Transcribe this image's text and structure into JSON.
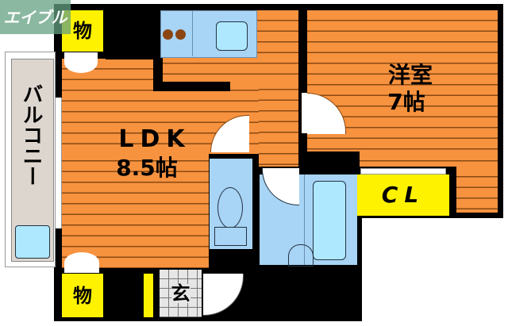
{
  "floorplan": {
    "logo": {
      "text": "エイブル"
    },
    "rooms": {
      "ldk": {
        "name": "LDK",
        "size": "8.5帖"
      },
      "western": {
        "name": "洋室",
        "size": "7帖"
      },
      "closet": {
        "name": "CL"
      },
      "storage_top": {
        "name": "物"
      },
      "storage_bottom": {
        "name": "物"
      },
      "entrance": {
        "name": "玄"
      },
      "balcony": {
        "name": "バルコニー"
      }
    },
    "colors": {
      "floor": "#f7923f",
      "floor_line": "#8a4a12",
      "wall": "#000000",
      "storage": "#fff200",
      "wet_area": "#a8d4f5",
      "balcony": "#ddd6cf",
      "fixture": "#aee8ff"
    }
  }
}
